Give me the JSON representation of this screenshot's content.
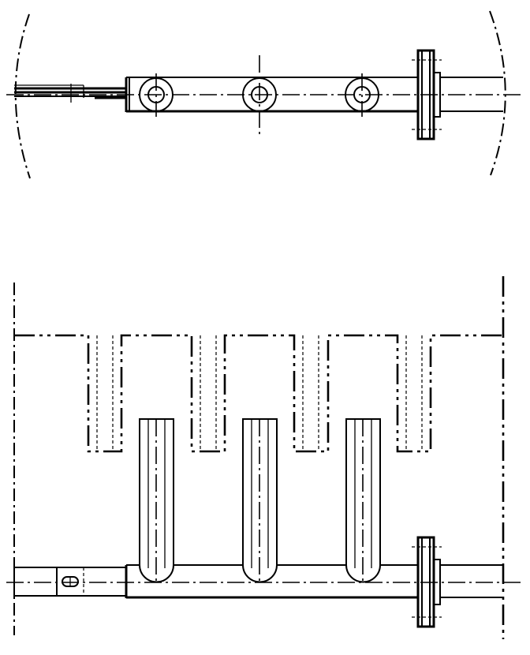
{
  "drawing": {
    "views": [
      "top-view",
      "front-view"
    ],
    "top_view": {
      "flange_count": 1,
      "boss_count": 3
    },
    "front_view": {
      "tube_count": 3,
      "slot_count": 4
    }
  },
  "colors": {
    "line": "#000000",
    "background": "#ffffff"
  }
}
